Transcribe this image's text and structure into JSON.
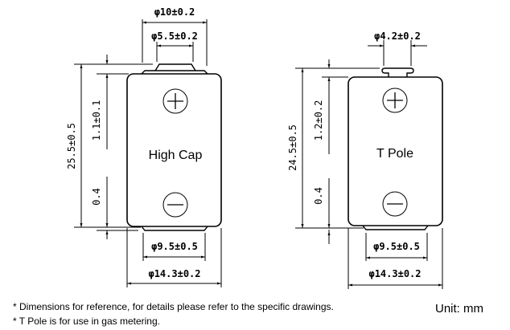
{
  "high_cap": {
    "label": "High Cap",
    "top_outer_dia": "φ10±0.2",
    "top_inner_dia": "φ5.5±0.2",
    "height": "25.5±0.5",
    "top_offset": "1.1±0.1",
    "bottom_offset": "0.4",
    "bottom_inner_dia": "φ9.5±0.5",
    "body_dia": "φ14.3±0.2"
  },
  "t_pole": {
    "label": "T Pole",
    "tab_dia": "φ4.2±0.2",
    "height": "24.5±0.5",
    "top_offset": "1.2±0.2",
    "bottom_offset": "0.4",
    "bottom_inner_dia": "φ9.5±0.5",
    "body_dia": "φ14.3±0.2"
  },
  "notes": [
    "*  Dimensions for reference, for details please refer to the specific drawings.",
    "*  T Pole is for use in gas metering."
  ],
  "unit": "Unit:  mm"
}
